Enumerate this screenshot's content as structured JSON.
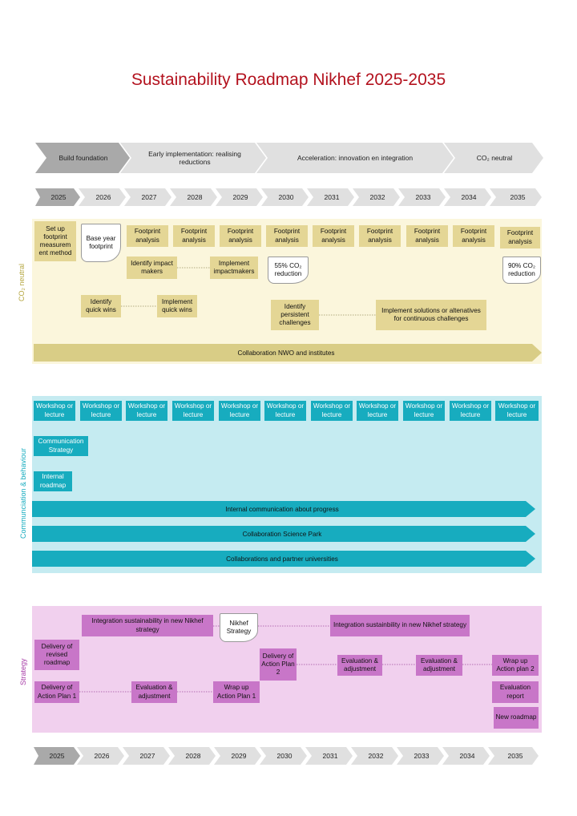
{
  "title": "Sustainability Roadmap Nikhef 2025-2035",
  "phases": [
    "Build foundation",
    "Early implementation: realising reductions",
    "Acceleration: innovation en integration",
    "CO₂ neutral"
  ],
  "years": [
    "2025",
    "2026",
    "2027",
    "2028",
    "2029",
    "2030",
    "2031",
    "2032",
    "2033",
    "2034",
    "2035"
  ],
  "co2": {
    "label": "CO₂ neutral",
    "setup": "Set up footprint measurem ent method",
    "base_year": "Base year footprint",
    "footprint": "Footprint analysis",
    "identify_impact": "Identify impact makers",
    "implement_impact": "Implement impactmakers",
    "reduction_55": "55% CO₂ reduction",
    "reduction_90": "90% CO₂ reduction",
    "identify_quick": "Identify quick wins",
    "implement_quick": "Implement quick wins",
    "identify_persistent": "Identify persistent challenges",
    "implement_solutions": "Implement solutions or altenatives for continuous challenges",
    "collab_bar": "Collaboration NWO and institutes"
  },
  "comm": {
    "label": "Communciation & behaviour",
    "workshop": "Workshop or lecture",
    "strategy": "Communication Strategy",
    "roadmap": "Internal roadmap",
    "bar1": "Internal communication about progress",
    "bar2": "Collaboration  Science Park",
    "bar3": "Collaborations and partner universities"
  },
  "strategy": {
    "label": "Strategy",
    "integration1": "Integration sustainability in new Nikhef strategy",
    "nikhef_strategy": "Nikhef Strategy",
    "integration2": "Integration sustainbility in new Nikhef strategy",
    "delivery_roadmap": "Delivery of revised roadmap",
    "delivery_plan1": "Delivery of Action Plan 1",
    "eval1": "Evaluation & adjustment",
    "wrap1": "Wrap up Action Plan 1",
    "delivery_plan2": "Delivery of Action Plan 2",
    "eval2": "Evaluation & adjustment",
    "eval3": "Evaluation & adjustment",
    "wrap2": "Wrap up Action plan 2",
    "eval_report": "Evaluation report",
    "new_roadmap": "New roadmap"
  },
  "colors": {
    "title": "#b3121e",
    "co2_bg": "#fbf6dc",
    "co2_box": "#e4d695",
    "comm_bg": "#c5ebf1",
    "comm_box": "#17acbf",
    "strat_bg": "#f1d0ee",
    "strat_box": "#c876c8"
  }
}
